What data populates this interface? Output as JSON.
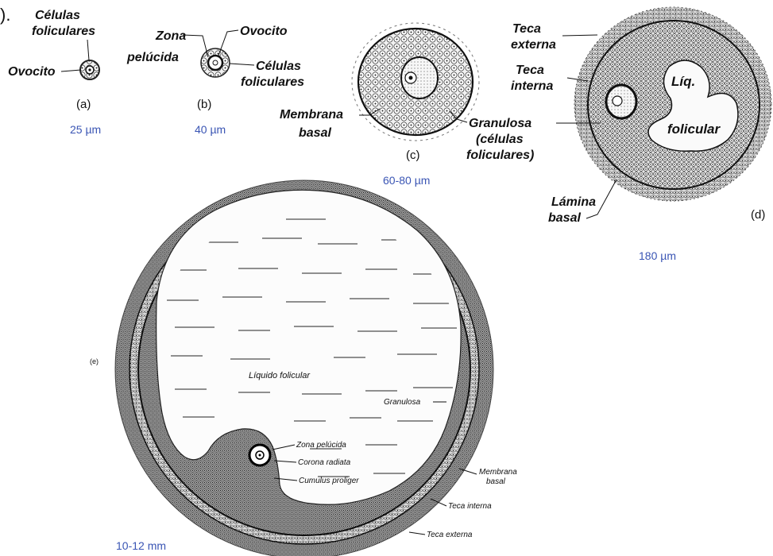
{
  "corner_mark": ").",
  "a": {
    "label_cells": [
      "Células",
      "foliculares"
    ],
    "label_oocyte": "Ovocito",
    "tag": "(a)",
    "size": "25 µm"
  },
  "b": {
    "label_zona": [
      "Zona",
      "pelúcida"
    ],
    "label_oocyte": "Ovocito",
    "label_cells": [
      "Células",
      "foliculares"
    ],
    "tag": "(b)",
    "size": "40 µm"
  },
  "c": {
    "label_membrane": [
      "Membrana",
      "basal"
    ],
    "label_granulosa": [
      "Granulosa",
      "(células",
      "foliculares)"
    ],
    "tag": "(c)",
    "size": "60-80 µm"
  },
  "d": {
    "label_teca_ext": [
      "Teca",
      "externa"
    ],
    "label_teca_int": [
      "Teca",
      "interna"
    ],
    "label_liq": "Líq.",
    "label_folicular": "folicular",
    "label_lamina": [
      "Lámina",
      "basal"
    ],
    "tag": "(d)",
    "size": "180 µm"
  },
  "e": {
    "tag": "(e)",
    "label_liquido": "Líquido folicular",
    "label_granulosa": "Granulosa",
    "label_zona": "Zona pelúcida",
    "label_corona": "Corona radiata",
    "label_cumulus": "Cumulus proliger",
    "label_membrana": [
      "Membrana",
      "basal"
    ],
    "label_teca_int": "Teca interna",
    "label_teca_ext": "Teca externa",
    "size": "10-12 mm"
  }
}
